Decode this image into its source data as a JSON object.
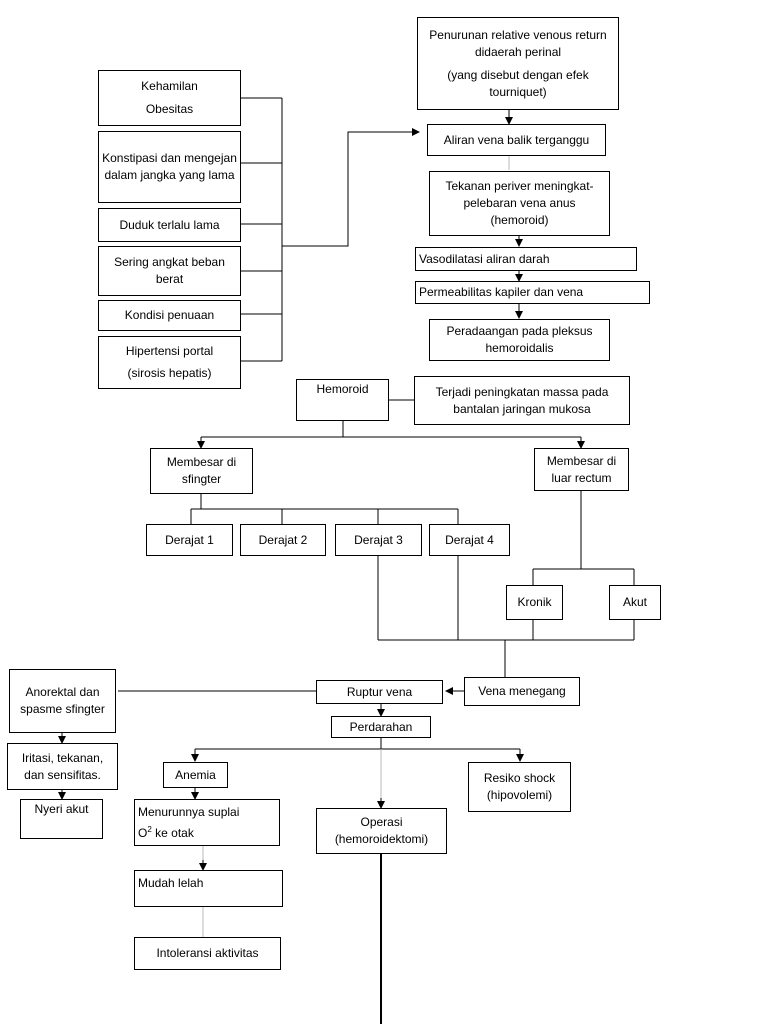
{
  "causes": {
    "c1a": "Kehamilan",
    "c1b": "Obesitas",
    "c2": "Konstipasi dan mengejan dalam jangka yang lama",
    "c3": "Duduk terlalu lama",
    "c4": "Sering angkat beban berat",
    "c5": "Kondisi penuaan",
    "c6a": "Hipertensi portal",
    "c6b": "(sirosis hepatis)"
  },
  "chain": {
    "top_a": "Penurunan relative venous return didaerah perinal",
    "top_b": "(yang disebut dengan efek tourniquet)",
    "aliran": "Aliran vena balik terganggu",
    "tekanan": "Tekanan periver meningkat-pelebaran vena anus (hemoroid)",
    "vasodilatasi": "Vasodilatasi aliran darah",
    "permeabilitas": "Permeabilitas kapiler dan vena",
    "peradangan": "Peradaangan pada pleksus hemoroidalis",
    "massa": "Terjadi peningkatan massa pada bantalan jaringan mukosa",
    "hemoroid": "Hemoroid"
  },
  "branches": {
    "membesar_sfingter": "Membesar di sfingter",
    "membesar_luar": "Membesar di luar rectum",
    "derajat1": "Derajat 1",
    "derajat2": "Derajat 2",
    "derajat3": "Derajat 3",
    "derajat4": "Derajat 4",
    "kronik": "Kronik",
    "akut": "Akut",
    "vena_menegang": "Vena menegang",
    "ruptur": "Ruptur vena",
    "perdarahan": "Perdarahan"
  },
  "outcomes": {
    "anorektal": "Anorektal dan spasme sfingter",
    "iritasi": "Iritasi, tekanan, dan sensifitas.",
    "nyeri": "Nyeri akut",
    "anemia": "Anemia",
    "suplai_a": "Menurunnya suplai",
    "suplai_b": "O",
    "suplai_sup": "2",
    "suplai_c": " ke otak",
    "lelah": "Mudah lelah",
    "intoleransi": "Intoleransi aktivitas",
    "operasi_a": "Operasi",
    "operasi_b": "(hemoroidektomi)",
    "shock_a": "Resiko shock",
    "shock_b": "(hipovolemi)"
  }
}
